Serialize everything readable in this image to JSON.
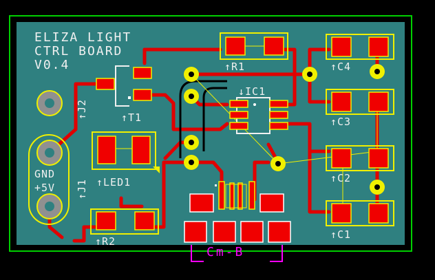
{
  "board": {
    "title_lines": [
      "ELIZA LIGHT",
      "CTRL BOARD",
      "V0.4"
    ],
    "gnd_label": "GND",
    "vplus_label": "+5V",
    "connector_ref": "Cm-B"
  },
  "components": {
    "R1": "↑R1",
    "R2": "↑R2",
    "C1": "↑C1",
    "C2": "↑C2",
    "C3": "↑C3",
    "C4": "↑C4",
    "T1": "↑T1",
    "IC1": "↓IC1",
    "LED1": "↑LED1",
    "J1": "↑J1",
    "J2": "↑J2"
  },
  "colors": {
    "background": "#000000",
    "board_outline": "#00d000",
    "soldermask": "#2f8080",
    "copper": "#e00000",
    "silkscreen": "#f0f0f0",
    "pad_outline": "#f0f000",
    "reference_text": "#ff00ff"
  }
}
